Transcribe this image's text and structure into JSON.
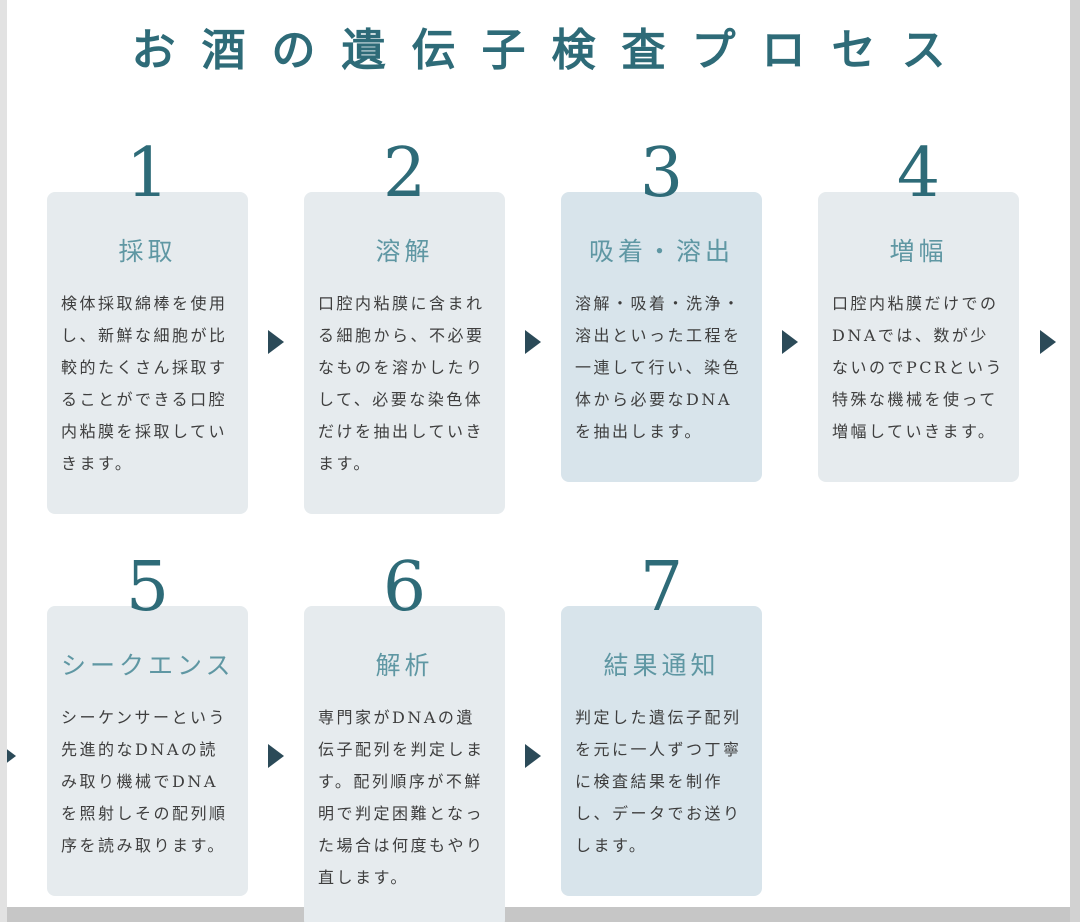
{
  "page": {
    "title": "お酒の遺伝子検査プロセス"
  },
  "steps": [
    {
      "number": "1",
      "title": "採取",
      "description": "検体採取綿棒を使用し、新鮮な細胞が比較的たくさん採取することができる口腔内粘膜を採取していきます。"
    },
    {
      "number": "2",
      "title": "溶解",
      "description": "口腔内粘膜に含まれる細胞から、不必要なものを溶かしたりして、必要な染色体だけを抽出していきます。"
    },
    {
      "number": "3",
      "title": "吸着・溶出",
      "description": "溶解・吸着・洗浄・溶出といった工程を一連して行い、染色体から必要なDNAを抽出します。"
    },
    {
      "number": "4",
      "title": "増幅",
      "description": "口腔内粘膜だけでのDNAでは、数が少ないのでPCRという特殊な機械を使って増幅していきます。"
    },
    {
      "number": "5",
      "title": "シークエンス",
      "description": "シーケンサーという先進的なDNAの読み取り機械でDNAを照射しその配列順序を読み取ります。"
    },
    {
      "number": "6",
      "title": "解析",
      "description": "専門家がDNAの遺伝子配列を判定します。配列順序が不鮮明で判定困難となった場合は何度もやり直します。"
    },
    {
      "number": "7",
      "title": "結果通知",
      "description": "判定した遺伝子配列を元に一人ずつ丁寧に検査結果を制作し、データでお送りします。"
    }
  ],
  "icons": {
    "flow_arrow": "right-triangle"
  },
  "colors": {
    "title_teal": "#2e6b78",
    "step_title_teal": "#5f97a3",
    "body_text": "#3e3e3e",
    "arrow": "#2b4a58",
    "card_light": "#e6ebee",
    "card_blue": "#d8e4eb",
    "bottom_strip": "#c6c6c6"
  }
}
